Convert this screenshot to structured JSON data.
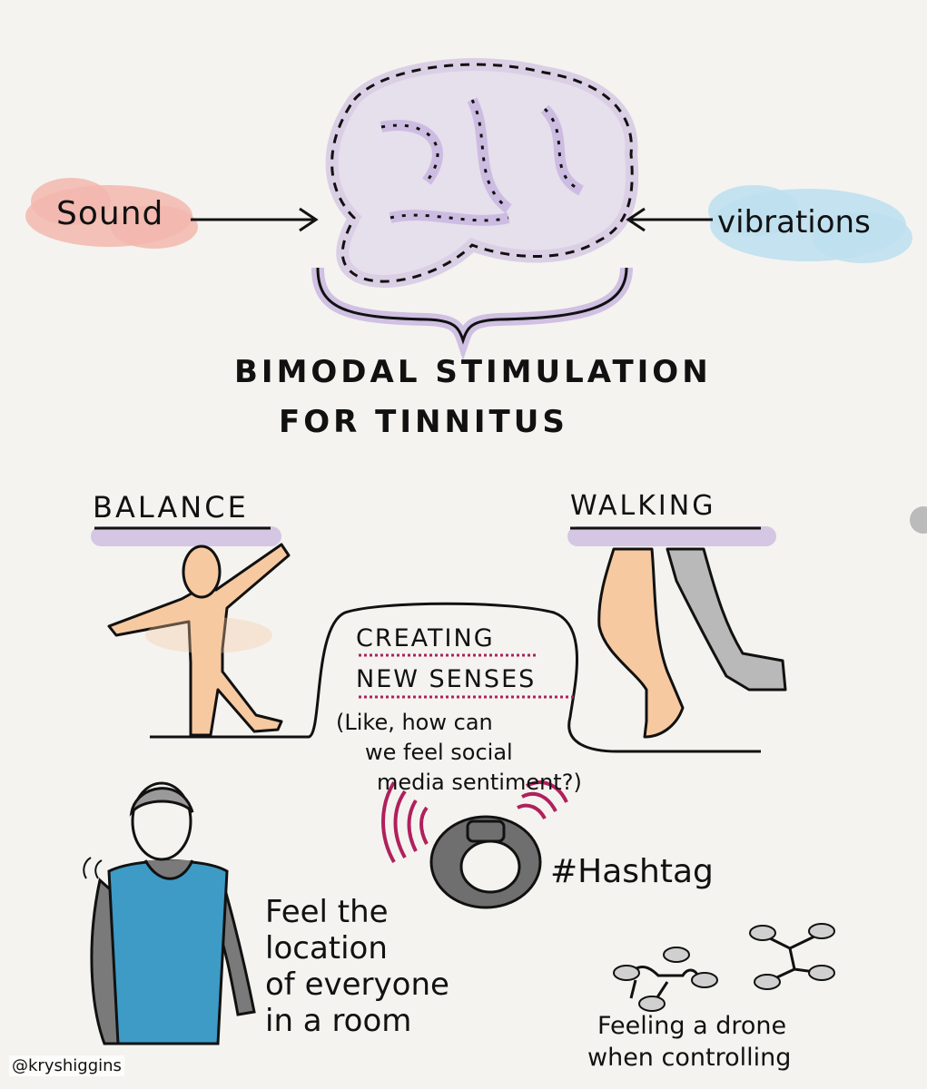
{
  "colors": {
    "background": "#f4f3ef",
    "sound_highlight": "#f2b7ae",
    "vibrations_highlight": "#bfe0ee",
    "brain_purple": "#c7b3de",
    "skin_orange": "#f7c9a0",
    "pants_gray": "#b9b9b9",
    "vest_blue": "#3d9bc6",
    "signal_magenta": "#b0205d"
  },
  "labels": {
    "sound": "Sound",
    "vibrations": "vibrations",
    "title_line1": "BIMODAL STIMULATION",
    "title_line2": "FOR TINNITUS",
    "balance": "BALANCE",
    "walking": "WALKING",
    "creating": "CREATING",
    "new_senses": "NEW SENSES",
    "example_line1": "(Like, how can",
    "example_line2": "we feel social",
    "example_line3": "media sentiment?)",
    "hashtag": "#Hashtag",
    "feel_line1": "Feel the",
    "feel_line2": "location",
    "feel_line3": "of everyone",
    "feel_line4": "in a room",
    "drone_line1": "Feeling a drone",
    "drone_line2": "when controlling",
    "credit": "@kryshiggins"
  },
  "icons": [
    "brain-icon",
    "balance-figure-icon",
    "walking-legs-icon",
    "vest-person-icon",
    "wristband-icon",
    "drone-icon"
  ]
}
